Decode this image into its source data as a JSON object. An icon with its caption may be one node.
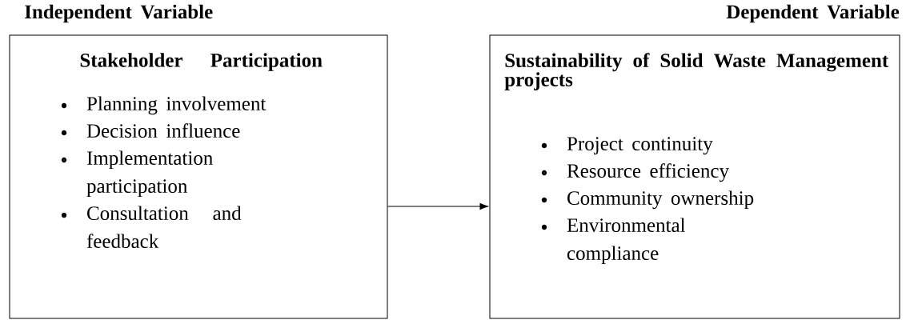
{
  "diagram": {
    "nodes": [
      {
        "text": [
          "Independent Variable",
          "Stakeholder Participation",
          "Planning involvement",
          "Decision influence",
          "Implementation participation",
          "Consultation and feedback"
        ]
      },
      {
        "text": [
          "Dependent Variable",
          "Sustainability of Solid Waste Management projects",
          "Project continuity",
          "Resource efficiency",
          "Community ownership",
          "Environmental compliance"
        ]
      }
    ],
    "edges": [
      {
        "from": 0,
        "to": 1,
        "arrow": "to"
      }
    ]
  }
}
